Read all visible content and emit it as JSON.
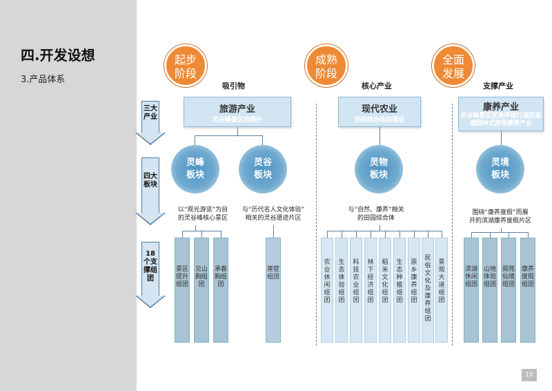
{
  "title": "四.开发设想",
  "subtitle": "3.产品体系",
  "page_number": "10",
  "stages": [
    {
      "line1": "起步",
      "line2": "阶段",
      "label": "吸引物"
    },
    {
      "line1": "成熟",
      "line2": "阶段",
      "label": "核心产业"
    },
    {
      "line1": "全面",
      "line2": "发展",
      "label": "支撑产业"
    }
  ],
  "arrows": [
    "三大产业",
    "四大板块",
    "18个支撑组团"
  ],
  "industries": [
    {
      "name": "旅游产业",
      "desc": "灵谷峰景区的提升"
    },
    {
      "name": "现代农业",
      "desc": "田园综合体的建设"
    },
    {
      "name": "康养产业",
      "desc": "灵谷峰景区优美环境打造的高端园林式度假康养产业"
    }
  ],
  "blocks": [
    {
      "line1": "灵峰",
      "line2": "板块"
    },
    {
      "line1": "灵谷",
      "line2": "板块"
    },
    {
      "line1": "灵物",
      "line2": "板块"
    },
    {
      "line1": "灵境",
      "line2": "板块"
    }
  ],
  "block_descs": [
    {
      "line1": "以“观光游览”为目",
      "line2": "的灵谷峰核心景区"
    },
    {
      "line1": "与“历代名人文化体验”",
      "line2": "相关的灵谷遗迹片区"
    },
    {
      "line1": "与“自然、康养”相关",
      "line2": "的田园综合体"
    },
    {
      "line1": "围绕“康养度假”而展",
      "line2": "开的滨湖康养度假片区"
    }
  ],
  "groups": [
    "景区提升组团",
    "见山胸组团",
    "承春胸组团",
    "崖壁组团",
    "农业休闲组团",
    "生态体验组团",
    "科技农业组团",
    "林下经济组团",
    "稻米文化组团",
    "生态种植组团",
    "原乡康养组团",
    "民俗文化及康养组团",
    "景观大道组团",
    "滨湖休闲组团",
    "山地体验组团",
    "阆苑仙境组团",
    "康养度假组团"
  ]
}
